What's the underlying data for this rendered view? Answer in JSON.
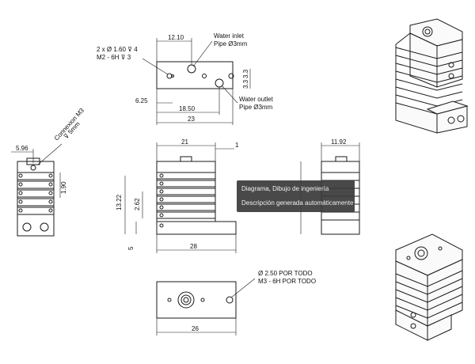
{
  "top_view": {
    "dim_width": "12.10",
    "dim_overall": "23",
    "dim_18": "18.50",
    "dim_625": "6.25",
    "dim_33a": "3.3",
    "dim_33b": "3.3",
    "holes_note_line1": "2 x Ø 1.60 ⊽ 4",
    "holes_note_line2": "M2 - 6H ⊽ 3",
    "water_inlet_line1": "Water inlet",
    "water_inlet_line2": "Pipe Ø3mm",
    "water_outlet_line1": "Water outlet",
    "water_outlet_line2": "Pipe Ø3mm"
  },
  "left_view": {
    "dim_596": "5.96",
    "dim_190": "1.90",
    "connexion_line1": "Connexion M3",
    "connexion_line2": "⊽ 5mm"
  },
  "front_view": {
    "dim_21": "21",
    "dim_1": "1",
    "dim_1322": "13.22",
    "dim_262": "2.62",
    "dim_5": "5",
    "dim_28": "28"
  },
  "right_view": {
    "dim_1192": "11.92"
  },
  "bottom_view": {
    "dim_26": "26",
    "note_line1": "Ø 2.50 POR TODO",
    "note_line2": "M3 - 6H POR TODO"
  },
  "caption": {
    "line1": "Diagrama, Dibujo de ingeniería",
    "line2": "Descripción generada automáticamente"
  }
}
